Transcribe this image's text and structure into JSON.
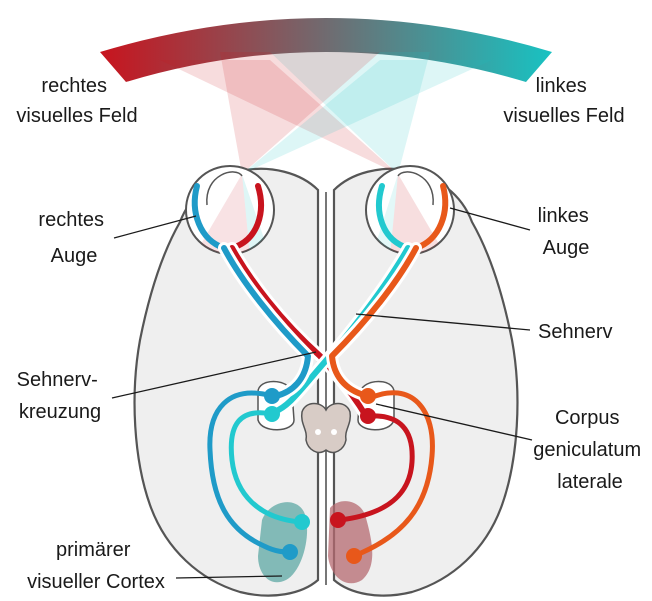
{
  "labels": {
    "right_field": [
      "rechtes",
      "visuelles Feld"
    ],
    "left_field": [
      "linkes",
      "visuelles Feld"
    ],
    "right_eye": [
      "rechtes",
      "Auge"
    ],
    "left_eye": [
      "linkes",
      "Auge"
    ],
    "optic_nerve": "Sehnerv",
    "chiasm": [
      "Sehnerv-",
      "kreuzung"
    ],
    "lgn": [
      "Corpus",
      "geniculatum",
      "laterale"
    ],
    "cortex": [
      "primärer",
      "visueller Cortex"
    ]
  },
  "colors": {
    "field_left_end": "#c8141e",
    "field_right_end": "#18c2c2",
    "red_dark": "#c8141e",
    "red_light": "#e8581a",
    "blue_dark": "#1f9bc8",
    "blue_light": "#22c9cf",
    "brain_fill": "#efefef",
    "brain_stroke": "#555555",
    "cortex_red_region": "#b56a70",
    "cortex_blue_region": "#6fb0ad"
  }
}
